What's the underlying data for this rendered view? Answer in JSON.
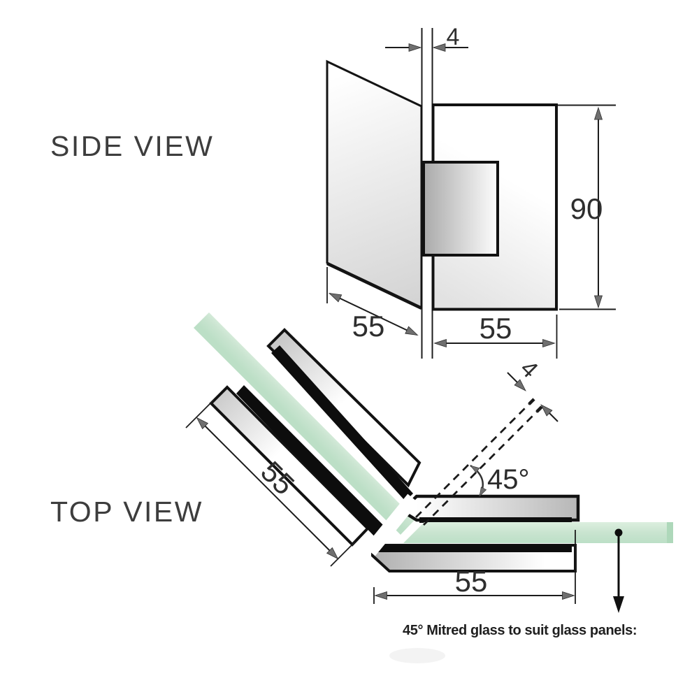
{
  "side_view": {
    "title": "SIDE VIEW",
    "dim_gap": "4",
    "dim_height": "90",
    "dim_glass_depth": "55",
    "dim_plate_width": "55"
  },
  "top_view": {
    "title": "TOP VIEW",
    "dim_gap": "4",
    "dim_angle": "45°",
    "dim_diag_plate": "55",
    "dim_horiz_plate": "55"
  },
  "caption": "45° Mitred glass to suit glass panels:",
  "colors": {
    "glass_green": "#c9e4d0",
    "metal_gray": "#bdbdbd",
    "line": "#1c1c1c",
    "arrowhead": "#6f6f6f",
    "text": "#2e2e2e"
  }
}
